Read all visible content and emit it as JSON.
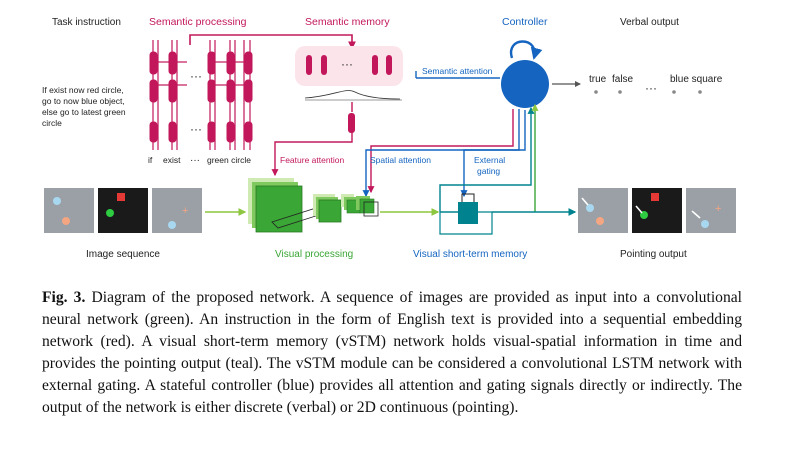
{
  "figure": {
    "labels": {
      "task_instruction": "Task instruction",
      "semantic_processing": "Semantic processing",
      "semantic_memory": "Semantic memory",
      "controller": "Controller",
      "verbal_output": "Verbal output",
      "semantic_attention": "Semantic attention",
      "feature_attention": "Feature attention",
      "spatial_attention": "Spatial attention",
      "external_gating_1": "External",
      "external_gating_2": "gating",
      "image_sequence": "Image sequence",
      "visual_processing": "Visual processing",
      "visual_stm": "Visual short-term memory",
      "pointing_output": "Pointing output",
      "dots": "···"
    },
    "instruction_lines": [
      "If exist now red circle,",
      "go to now blue object,",
      "else go to latest green",
      "circle"
    ],
    "token_labels": {
      "t1": "if",
      "t2": "exist",
      "t3": "green circle"
    },
    "verbal_words": [
      "true",
      "false",
      "blue square"
    ],
    "colors": {
      "semantic": "#c2185b",
      "controller": "#1565c0",
      "visual": "#3aa635",
      "vstm": "#00838f",
      "memory_bg": "#fbe4ea"
    }
  },
  "caption": {
    "label": "Fig. 3.",
    "text": "Diagram of the proposed network. A sequence of images are provided as input into a convolutional neural network (green). An instruction in the form of English text is provided into a sequential embedding network (red). A visual short-term memory (vSTM) network holds visual-spatial information in time and provides the pointing output (teal). The vSTM module can be considered a convolutional LSTM network with external gating. A stateful controller (blue) provides all attention and gating signals directly or indirectly. The output of the network is either discrete (verbal) or 2D continuous (pointing)."
  }
}
